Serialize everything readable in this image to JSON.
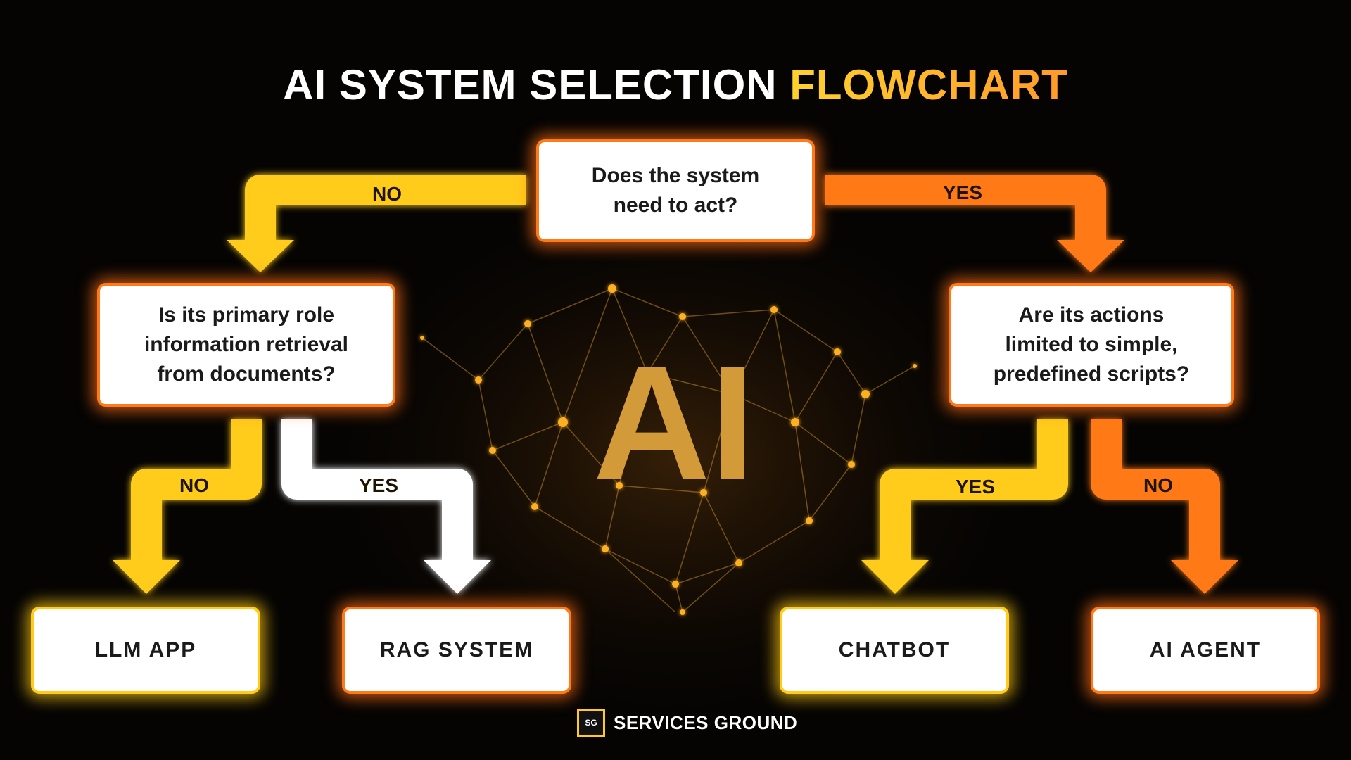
{
  "title": {
    "main": "AI SYSTEM SELECTION",
    "accent": "FLOWCHART"
  },
  "center_graphic": {
    "text": "AI"
  },
  "nodes": {
    "q_act": "Does the system\nneed to act?",
    "q_retrieval": "Is its primary role\ninformation retrieval\nfrom documents?",
    "q_scripts": "Are its actions\nlimited to simple,\npredefined scripts?",
    "llm_app": "LLM APP",
    "rag_system": "RAG SYSTEM",
    "chatbot": "CHATBOT",
    "ai_agent": "AI AGENT"
  },
  "edges": {
    "act_no": "NO",
    "act_yes": "YES",
    "retrieval_no": "NO",
    "retrieval_yes": "YES",
    "scripts_yes": "YES",
    "scripts_no": "NO"
  },
  "footer": {
    "logo_mark": "SG",
    "brand": "SERVICES GROUND"
  },
  "colors": {
    "background": "#050403",
    "yellow": "#ffcc1a",
    "orange": "#ff7a18",
    "white": "#ffffff",
    "ai_letters": "#d29a38"
  }
}
